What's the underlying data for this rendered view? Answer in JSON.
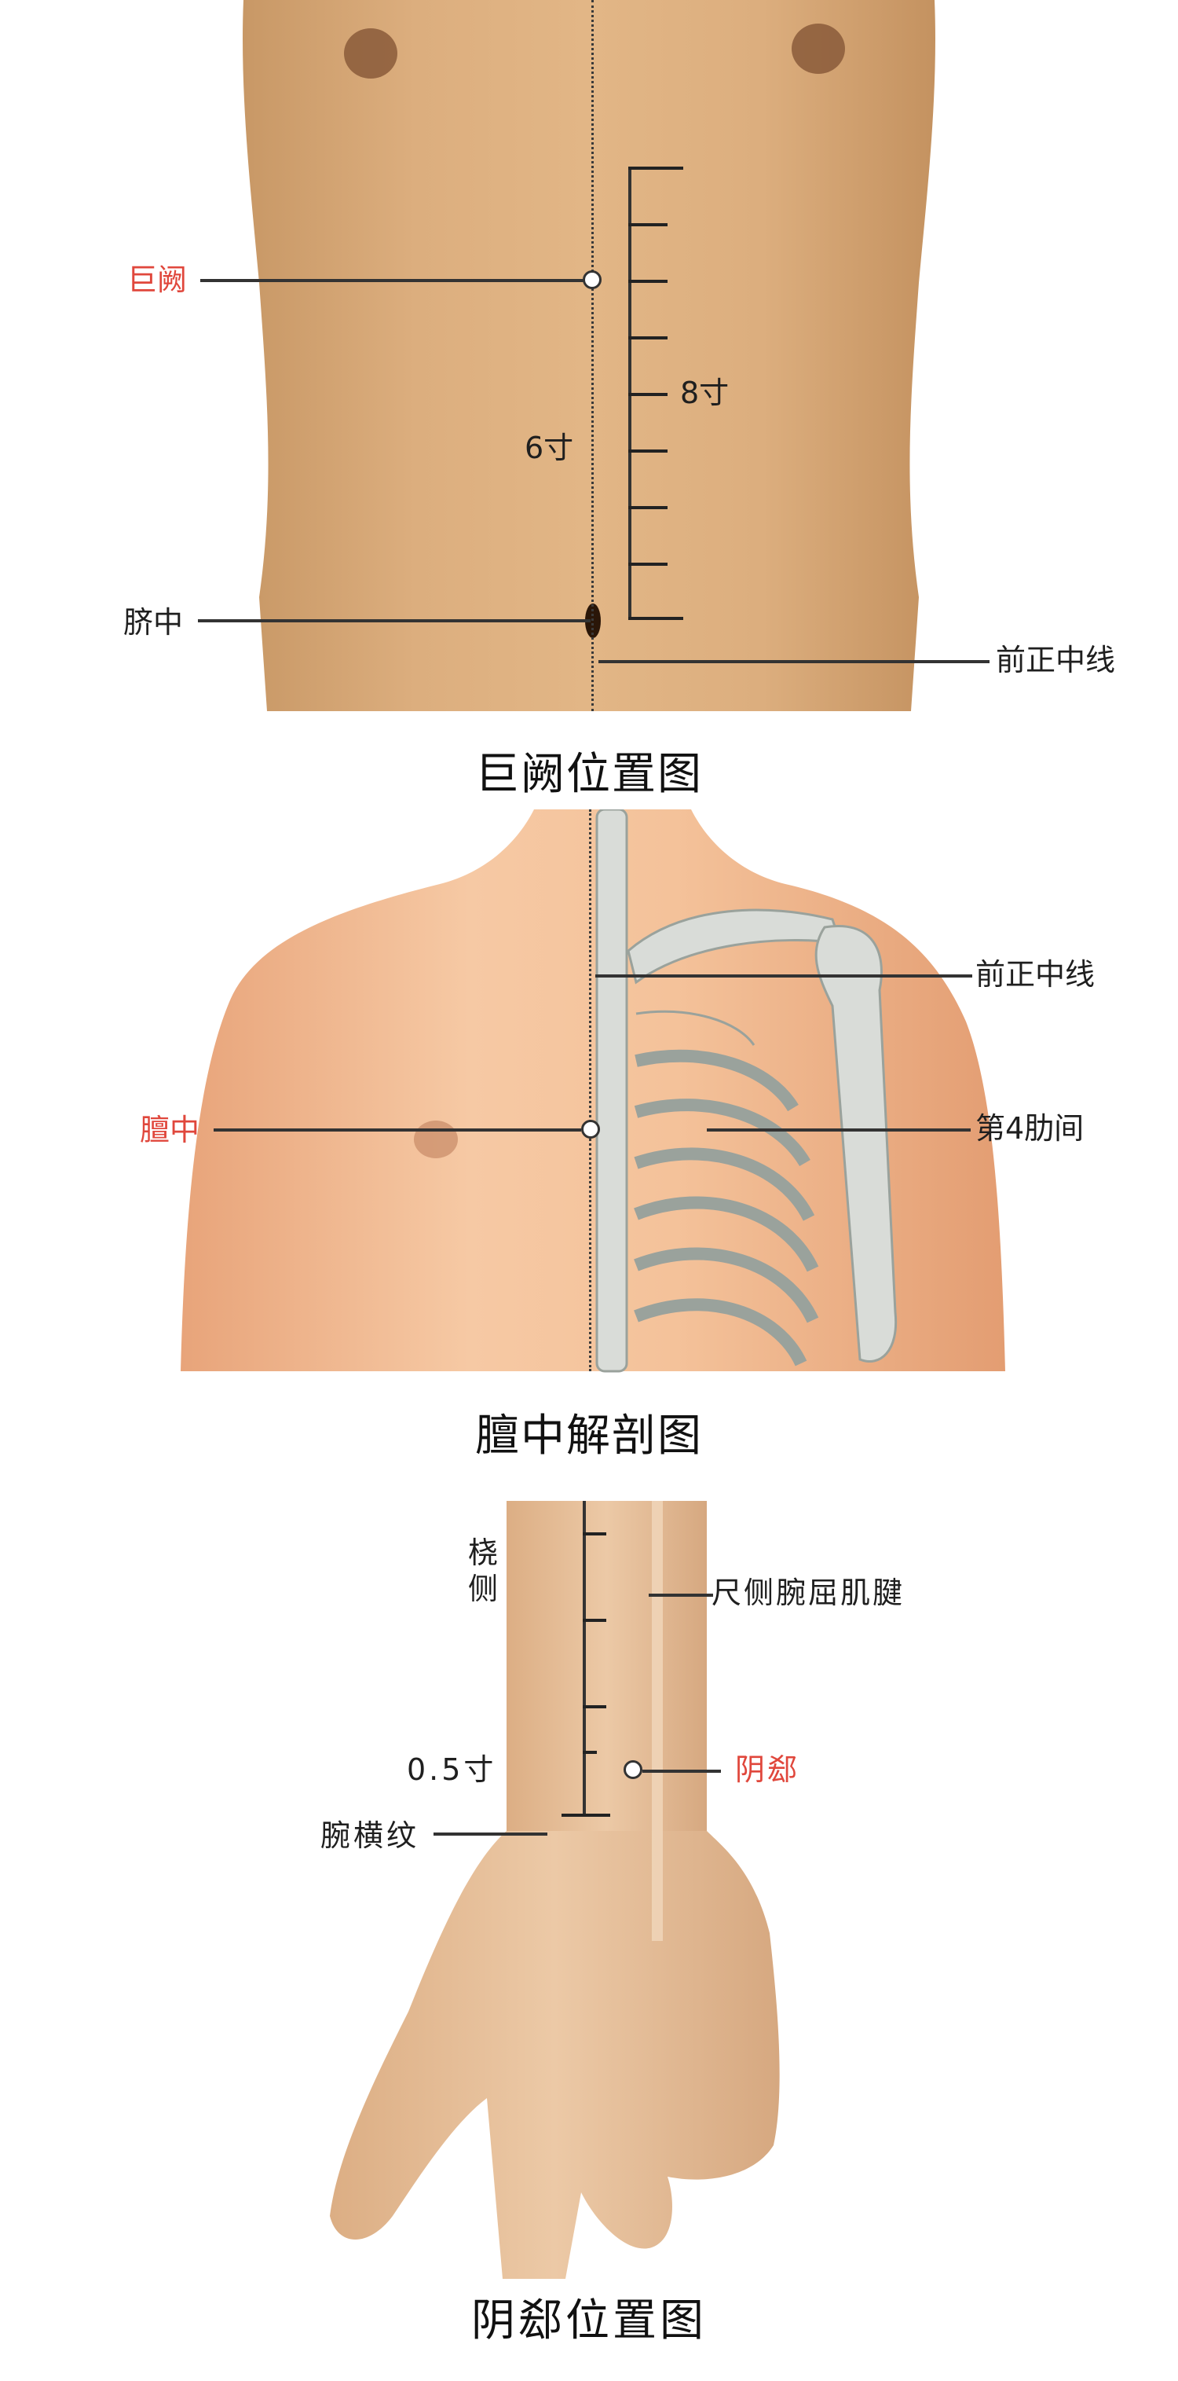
{
  "panels": [
    {
      "id": "juque",
      "caption": "巨阙位置图",
      "labels": {
        "point": "巨阙",
        "navel": "脐中",
        "midline": "前正中线",
        "scale_8": "8寸",
        "scale_6": "6寸"
      }
    },
    {
      "id": "danzhong",
      "caption": "膻中解剖图",
      "labels": {
        "point": "膻中",
        "midline": "前正中线",
        "intercostal": "第4肋间"
      }
    },
    {
      "id": "yinxi",
      "caption": "阴郄位置图",
      "labels": {
        "point": "阴郄",
        "radial_side_1": "桡",
        "radial_side_2": "侧",
        "tendon": "尺侧腕屈肌腱",
        "half_cun": "0.5寸",
        "wrist_crease": "腕横纹"
      }
    }
  ],
  "colors": {
    "point_label": "#e0473c",
    "text": "#1f1f1f",
    "skin_abdomen": "#d8a878",
    "skin_chest": "#f2b98c",
    "skin_hand": "#e8c09a",
    "bone": "#d9dcd8"
  }
}
